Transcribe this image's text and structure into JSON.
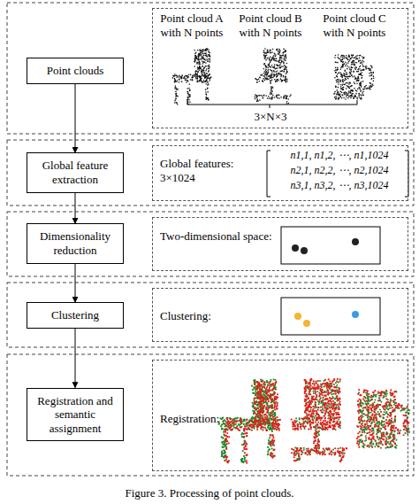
{
  "diagram": {
    "caption": "Figure 3. Processing of point clouds.",
    "nodes": [
      {
        "text": [
          "Point clouds"
        ]
      },
      {
        "text": [
          "Point cloud A with N points",
          "Point cloud B with N points",
          "Point cloud C with N points",
          "3×N×3"
        ]
      },
      {
        "text": [
          "Global feature extraction"
        ]
      },
      {
        "text": [
          "Global features: 3×1024",
          "n1,1, n1,2, ⋯, n1,1024",
          "n2,1, n2,2, ⋯, n2,1024",
          "n3,1, n3,2, ⋯, n3,1024"
        ]
      },
      {
        "text": [
          "Dimensionality reduction"
        ]
      },
      {
        "text": [
          "Two-dimensional space:"
        ]
      },
      {
        "text": [
          "Clustering"
        ]
      },
      {
        "text": [
          "Clustering:"
        ]
      },
      {
        "text": [
          "Registration and semantic assignment"
        ]
      },
      {
        "text": [
          "Registration:"
        ]
      }
    ],
    "edges": [
      {
        "from": 0,
        "to": 2,
        "arrow": "to"
      },
      {
        "from": 2,
        "to": 4,
        "arrow": "to"
      },
      {
        "from": 4,
        "to": 6,
        "arrow": "to"
      },
      {
        "from": 6,
        "to": 8,
        "arrow": "to"
      }
    ]
  }
}
